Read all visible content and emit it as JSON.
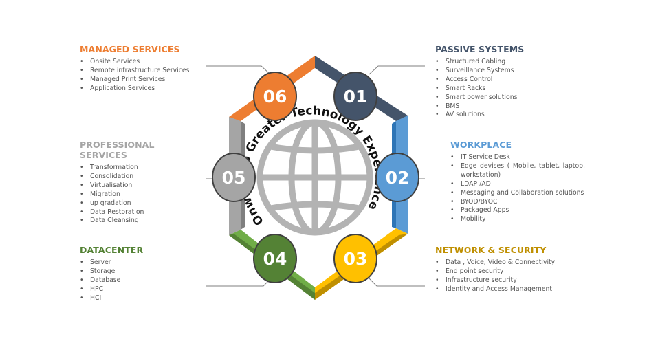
{
  "tagline": "Onward to Greater Technology Experience",
  "sections": [
    {
      "key": "managed",
      "number": "06",
      "title": "MANAGED SERVICES",
      "color": "#ED7D31",
      "items": [
        "Onsite Services",
        "Remote infrastructure Services",
        "Managed Print Services",
        "Application Services"
      ]
    },
    {
      "key": "passive",
      "number": "01",
      "title": "PASSIVE SYSTEMS",
      "color": "#44546A",
      "items": [
        "Structured Cabling",
        "Surveillance Systems",
        "Access Control",
        "Smart Racks",
        "Smart power solutions",
        "BMS",
        "AV solutions"
      ]
    },
    {
      "key": "professional",
      "number": "05",
      "title": "PROFESSIONAL SERVICES",
      "color": "#A5A5A5",
      "items": [
        "Transformation",
        "Consolidation",
        "Virtualisation",
        "Migration",
        "up gradation",
        "Data Restoration",
        "Data Cleansing"
      ]
    },
    {
      "key": "workplace",
      "number": "02",
      "title": "WORKPLACE",
      "color": "#5B9BD5",
      "items": [
        "IT Service Desk",
        "Edge devises ( Mobile, tablet, laptop, workstation)",
        "LDAP /AD",
        "Messaging and Collaboration solutions",
        "BYOD/BYOC",
        "Packaged Apps",
        "Mobility"
      ]
    },
    {
      "key": "datacenter",
      "number": "04",
      "title": "DATACENTER",
      "color": "#548235",
      "items": [
        "Server",
        "Storage",
        "Database",
        "HPC",
        "HCI"
      ]
    },
    {
      "key": "network",
      "number": "03",
      "title": "NETWORK & SECURITY",
      "color": "#BF8F00",
      "items": [
        "Data , Voice, Video & Connectivity",
        "End point security",
        "Infrastructure security",
        "Identity and Access Management"
      ]
    }
  ]
}
